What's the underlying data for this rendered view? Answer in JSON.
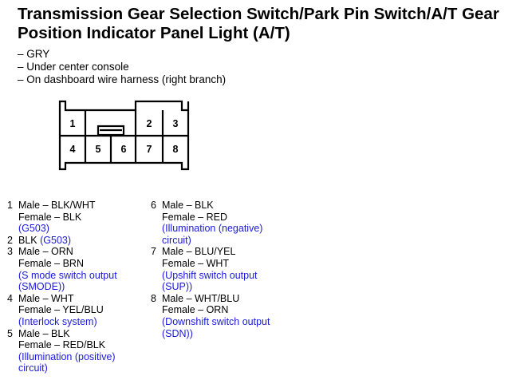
{
  "title": {
    "line1": "Transmission Gear Selection Switch/Park Pin Switch/A/T Gear",
    "line2": "Position Indicator Panel Light (A/T)"
  },
  "notes": [
    "– GRY",
    "– Under center console",
    "– On dashboard wire harness (right branch)"
  ],
  "connector": {
    "pin_labels": [
      "1",
      "2",
      "3",
      "4",
      "5",
      "6",
      "7",
      "8"
    ]
  },
  "pins_col1": [
    {
      "num": "1",
      "lines": [
        "Male – BLK/WHT",
        "Female – BLK"
      ],
      "blue": [
        "(G503)"
      ]
    },
    {
      "num": "2",
      "inline": "BLK",
      "inline_blue": "(G503)"
    },
    {
      "num": "3",
      "lines": [
        "Male – ORN",
        "Female – BRN"
      ],
      "blue": [
        "(S mode switch output",
        "(SMODE))"
      ]
    },
    {
      "num": "4",
      "lines": [
        "Male – WHT",
        "Female – YEL/BLU"
      ],
      "blue": [
        "(Interlock system)"
      ]
    },
    {
      "num": "5",
      "lines": [
        "Male – BLK",
        "Female – RED/BLK"
      ],
      "blue": [
        "(Illumination (positive)",
        "circuit)"
      ]
    }
  ],
  "pins_col2": [
    {
      "num": "6",
      "lines": [
        "Male – BLK",
        "Female – RED"
      ],
      "blue": [
        "(Illumination (negative)",
        "circuit)"
      ]
    },
    {
      "num": "7",
      "lines": [
        "Male – BLU/YEL",
        "Female – WHT"
      ],
      "blue": [
        "(Upshift switch output",
        "(SUP))"
      ]
    },
    {
      "num": "8",
      "lines": [
        "Male – WHT/BLU",
        "Female – ORN"
      ],
      "blue": [
        "(Downshift switch output",
        "(SDN))"
      ]
    }
  ]
}
